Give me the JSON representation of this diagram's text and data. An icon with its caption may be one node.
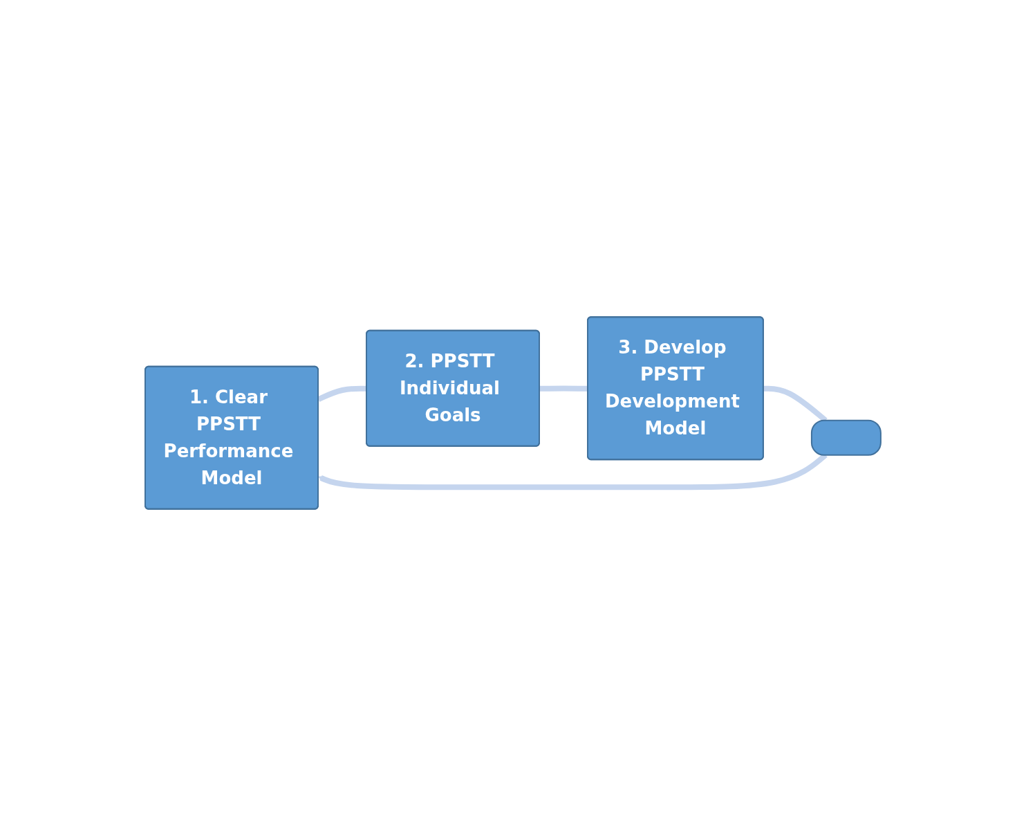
{
  "diagram": {
    "nodes": [
      {
        "text": [
          "1. Clear PPSTT Performance Model"
        ]
      },
      {
        "text": [
          "2. PPSTT Individual Goals"
        ]
      },
      {
        "text": [
          "3. Develop PPSTT Development Model"
        ]
      },
      {
        "text": [],
        "shape": "box"
      }
    ],
    "edges": [
      {
        "from": 0,
        "to": 1,
        "arrow": "none"
      },
      {
        "from": 1,
        "to": 2,
        "arrow": "none"
      },
      {
        "from": 2,
        "to": 3,
        "arrow": "none"
      },
      {
        "from": 3,
        "to": 0,
        "arrow": "to"
      }
    ]
  }
}
